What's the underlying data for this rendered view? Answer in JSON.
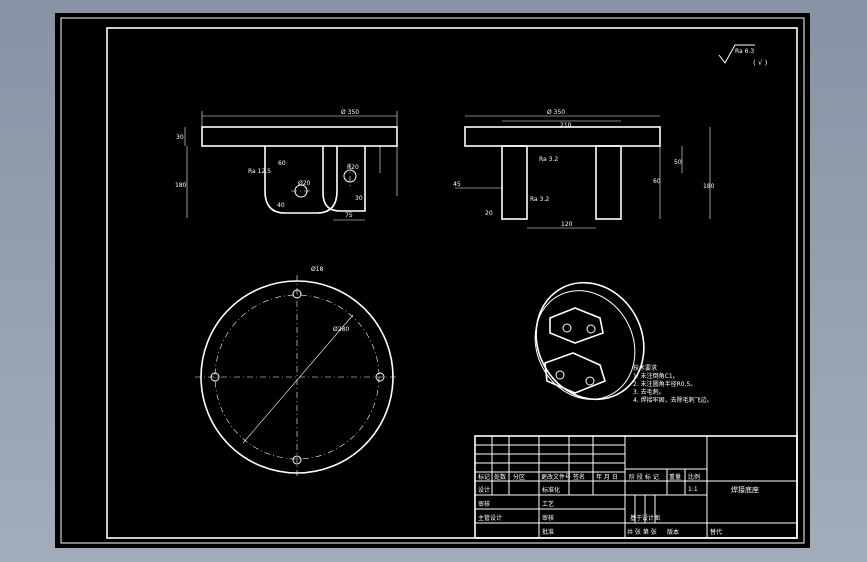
{
  "drawing": {
    "roughness_symbol": "Ra 6.3",
    "roughness_paren": "( √ )",
    "front_view": {
      "dim_width": "Ø 350",
      "dim_thickness": "30",
      "dim_height": "180",
      "dim_roughness": "Ra 12.5",
      "dim_hole": "Ø20",
      "dim_inner": "60",
      "dim_r": "R20",
      "dim_small": "30",
      "dim_75": "75",
      "dim_40": "40"
    },
    "side_view": {
      "dim_width": "Ø 350",
      "dim_210": "210",
      "dim_roughness": "Ra 3.2",
      "dim_roughness2": "Ra 3.2",
      "dim_45": "45",
      "dim_20": "20",
      "dim_120": "120",
      "dim_50": "50",
      "dim_60": "60",
      "dim_180": "180"
    },
    "top_view": {
      "dim_hole": "Ø18",
      "dim_pcd": "Ø280"
    },
    "tech_notes": [
      "技术要求",
      "1. 未注倒角C1。",
      "2. 未注圆角半径R0.5。",
      "3. 去毛刺。",
      "4. 焊接牢固，去除毛刺飞边。"
    ]
  },
  "title_block": {
    "part_name": "焊接底座",
    "scale": "1:1",
    "headers": [
      "阶 段 标 记",
      "重量",
      "比例"
    ],
    "row_labels": [
      "标记",
      "处数",
      "分区",
      "更改文件号",
      "签名",
      "年 月 日"
    ],
    "design": "设计",
    "standard": "标准化",
    "check": "审核",
    "process": "工艺",
    "approve": "批准",
    "main_design": "主管设计",
    "review": "审核",
    "sheet": "共 张 第 张",
    "version": "版本",
    "replace": "替代",
    "project": "基于设计图"
  }
}
